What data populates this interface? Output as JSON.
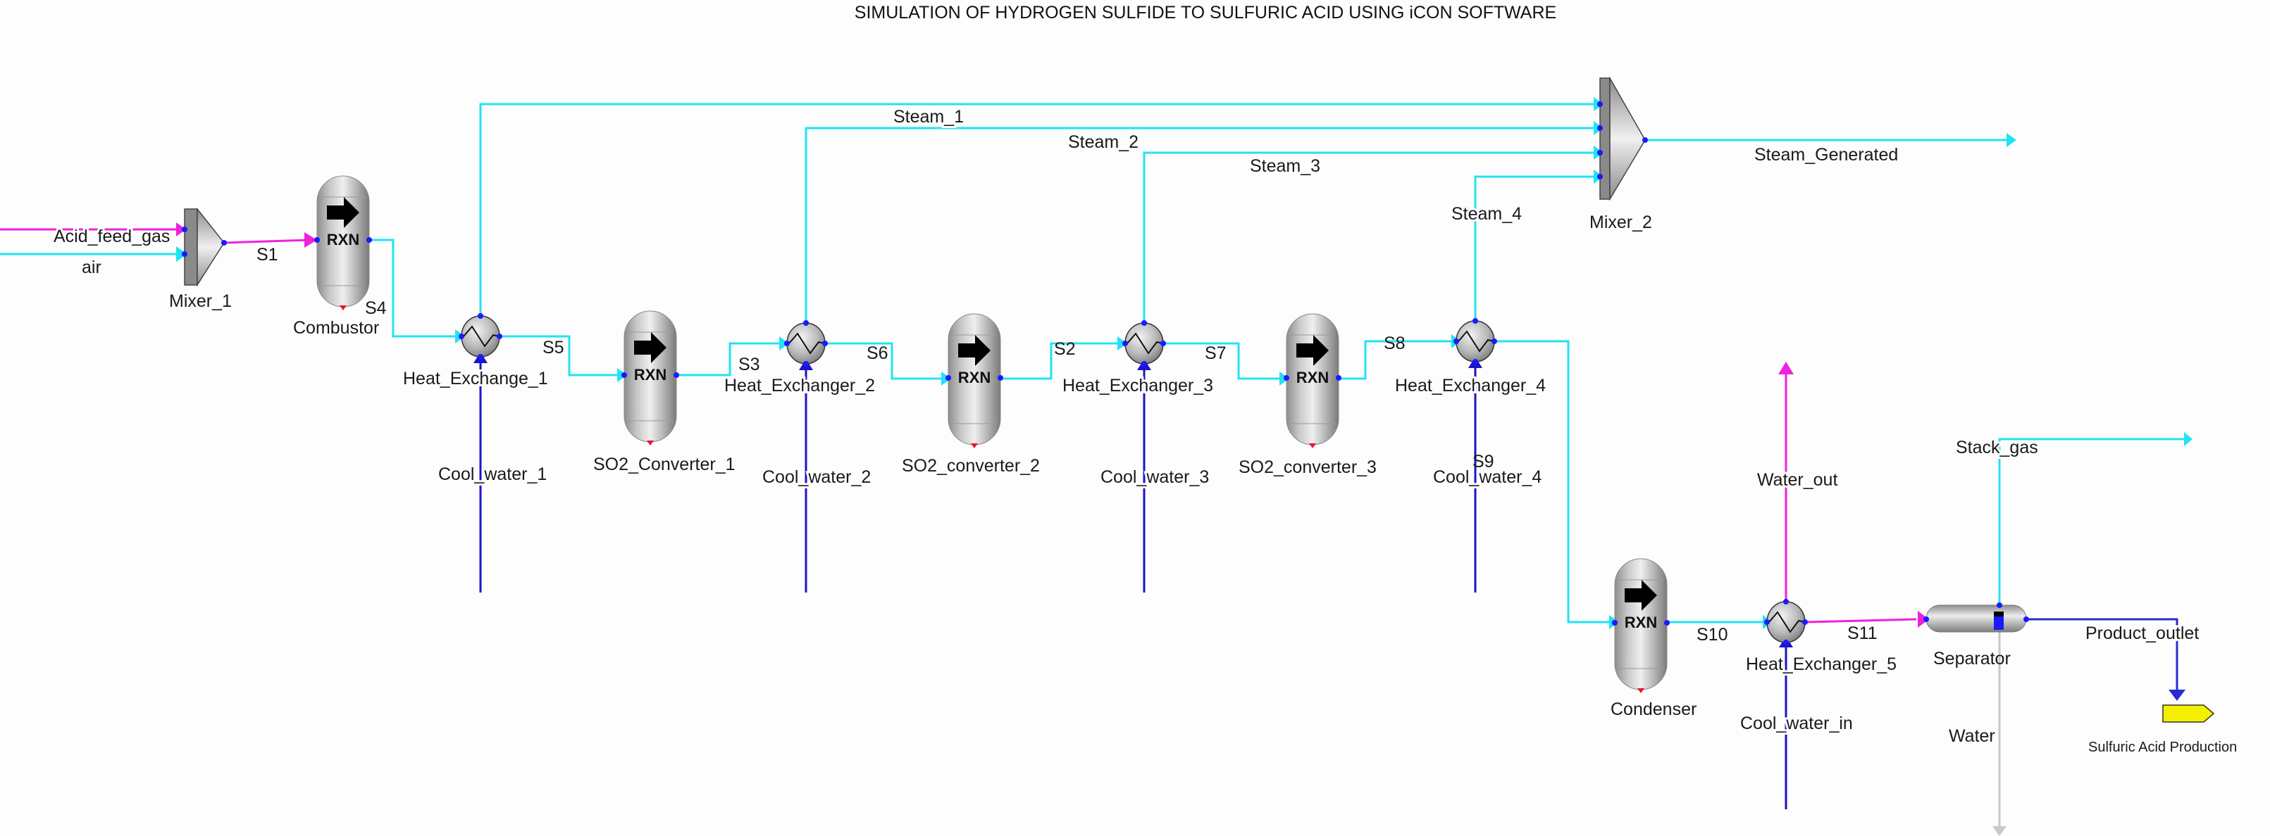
{
  "title": "SIMULATION OF HYDROGEN SULFIDE TO SULFURIC ACID USING iCON SOFTWARE",
  "colors": {
    "gas": "#22e3f2",
    "cooling_water": "#1c14c8",
    "acid_feed": "#ee22dd",
    "water": "#c8c8c8",
    "product": "#2b2bd0",
    "port": "#1a1aff",
    "relief": "#ee1133",
    "product_tag": "#f5ef00"
  },
  "units": {
    "mixer_1": {
      "label": "Mixer_1",
      "type": "mixer"
    },
    "combustor": {
      "label": "Combustor",
      "type": "reactor",
      "badge": "RXN"
    },
    "heat_exchanger_1": {
      "label": "Heat_Exchange_1",
      "type": "heat-exchanger"
    },
    "so2_converter_1": {
      "label": "SO2_Converter_1",
      "type": "reactor",
      "badge": "RXN"
    },
    "heat_exchanger_2": {
      "label": "Heat_Exchanger_2",
      "type": "heat-exchanger"
    },
    "so2_converter_2": {
      "label": "SO2_converter_2",
      "type": "reactor",
      "badge": "RXN"
    },
    "heat_exchanger_3": {
      "label": "Heat_Exchanger_3",
      "type": "heat-exchanger"
    },
    "so2_converter_3": {
      "label": "SO2_converter_3",
      "type": "reactor",
      "badge": "RXN"
    },
    "heat_exchanger_4": {
      "label": "Heat_Exchanger_4",
      "type": "heat-exchanger"
    },
    "mixer_2": {
      "label": "Mixer_2",
      "type": "mixer"
    },
    "condenser": {
      "label": "Condenser",
      "type": "reactor",
      "badge": "RXN"
    },
    "heat_exchanger_5": {
      "label": "Heat_Exchanger_5",
      "type": "heat-exchanger"
    },
    "separator": {
      "label": "Separator",
      "type": "separator"
    },
    "product_tag": {
      "label": "Sulfuric Acid Production",
      "type": "product-tag"
    }
  },
  "streams": {
    "acid_feed_gas": "Acid_feed_gas",
    "air": "air",
    "s1": "S1",
    "s4": "S4",
    "s5": "S5",
    "s3": "S3",
    "s6": "S6",
    "s2": "S2",
    "s7": "S7",
    "s8": "S8",
    "s9": "S9",
    "s10": "S10",
    "s11": "S11",
    "steam_1": "Steam_1",
    "steam_2": "Steam_2",
    "steam_3": "Steam_3",
    "steam_4": "Steam_4",
    "steam_generated": "Steam_Generated",
    "cool_water_1": "Cool_water_1",
    "cool_water_2": "Cool_water_2",
    "cool_water_3": "Cool_water_3",
    "cool_water_4": "Cool_water_4",
    "cool_water_in": "Cool_water_in",
    "water_out": "Water_out",
    "stack_gas": "Stack_gas",
    "product_outlet": "Product_outlet",
    "water": "Water"
  }
}
